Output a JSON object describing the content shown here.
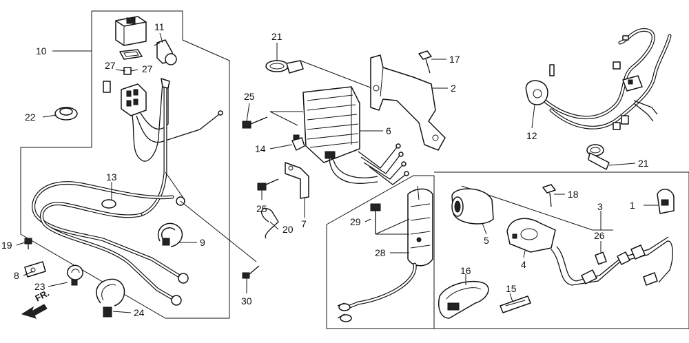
{
  "diagram": {
    "callouts": [
      "10",
      "11",
      "27",
      "27",
      "22",
      "13",
      "21",
      "25",
      "14",
      "25",
      "20",
      "7",
      "6",
      "2",
      "17",
      "12",
      "21",
      "1",
      "18",
      "3",
      "26",
      "5",
      "4",
      "29",
      "28",
      "16",
      "15",
      "19",
      "8",
      "23",
      "9",
      "24",
      "30"
    ],
    "direction_label": "FR."
  }
}
